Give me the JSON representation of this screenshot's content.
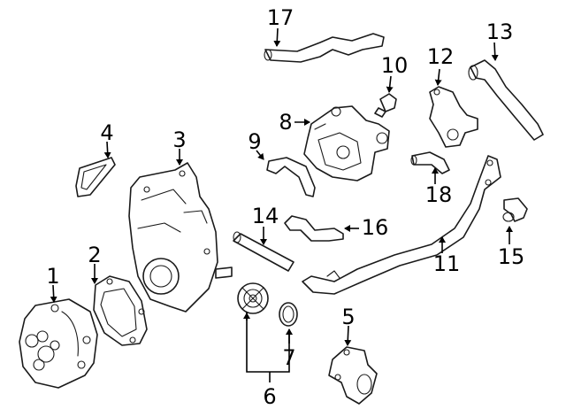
{
  "diagram": {
    "type": "exploded parts diagram",
    "parts": [
      {
        "number": "1"
      },
      {
        "number": "2"
      },
      {
        "number": "3"
      },
      {
        "number": "4"
      },
      {
        "number": "5"
      },
      {
        "number": "6"
      },
      {
        "number": "7"
      },
      {
        "number": "8"
      },
      {
        "number": "9"
      },
      {
        "number": "10"
      },
      {
        "number": "11"
      },
      {
        "number": "12"
      },
      {
        "number": "13"
      },
      {
        "number": "14"
      },
      {
        "number": "15"
      },
      {
        "number": "16"
      },
      {
        "number": "17"
      },
      {
        "number": "18"
      }
    ],
    "colors": {
      "line": "#1a1a1a",
      "background": "#ffffff"
    }
  }
}
